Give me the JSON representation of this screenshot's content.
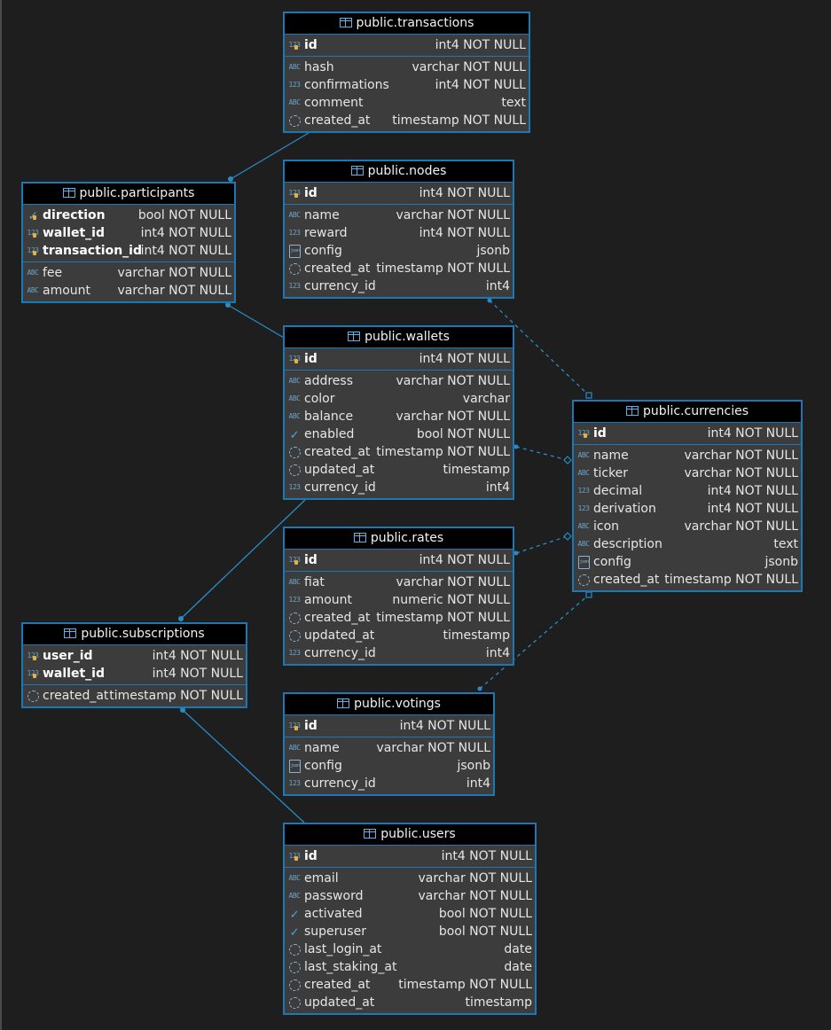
{
  "tables": {
    "transactions": {
      "title": "public.transactions",
      "sections": [
        [
          {
            "name": "id",
            "type": "int4 NOT NULL",
            "icon": "key-icon",
            "pk": true
          }
        ],
        [
          {
            "name": "hash",
            "type": "varchar NOT NULL",
            "icon": "abc-icon"
          },
          {
            "name": "confirmations",
            "type": "int4 NOT NULL",
            "icon": "number-icon"
          },
          {
            "name": "comment",
            "type": "text",
            "icon": "abc-icon"
          },
          {
            "name": "created_at",
            "type": "timestamp NOT NULL",
            "icon": "clock-icon"
          }
        ]
      ]
    },
    "participants": {
      "title": "public.participants",
      "sections": [
        [
          {
            "name": "direction",
            "type": "bool NOT NULL",
            "icon": "check-key-icon",
            "pk": true
          },
          {
            "name": "wallet_id",
            "type": "int4 NOT NULL",
            "icon": "key-icon",
            "pk": true
          },
          {
            "name": "transaction_id",
            "type": "int4 NOT NULL",
            "icon": "key-icon",
            "pk": true
          }
        ],
        [
          {
            "name": "fee",
            "type": "varchar NOT NULL",
            "icon": "abc-icon"
          },
          {
            "name": "amount",
            "type": "varchar NOT NULL",
            "icon": "abc-icon"
          }
        ]
      ]
    },
    "nodes": {
      "title": "public.nodes",
      "sections": [
        [
          {
            "name": "id",
            "type": "int4 NOT NULL",
            "icon": "key-icon",
            "pk": true
          }
        ],
        [
          {
            "name": "name",
            "type": "varchar NOT NULL",
            "icon": "abc-icon"
          },
          {
            "name": "reward",
            "type": "int4 NOT NULL",
            "icon": "number-icon"
          },
          {
            "name": "config",
            "type": "jsonb",
            "icon": "json-icon"
          },
          {
            "name": "created_at",
            "type": "timestamp NOT NULL",
            "icon": "clock-icon"
          },
          {
            "name": "currency_id",
            "type": "int4",
            "icon": "number-icon"
          }
        ]
      ]
    },
    "wallets": {
      "title": "public.wallets",
      "sections": [
        [
          {
            "name": "id",
            "type": "int4 NOT NULL",
            "icon": "key-icon",
            "pk": true
          }
        ],
        [
          {
            "name": "address",
            "type": "varchar NOT NULL",
            "icon": "abc-icon"
          },
          {
            "name": "color",
            "type": "varchar",
            "icon": "abc-icon"
          },
          {
            "name": "balance",
            "type": "varchar NOT NULL",
            "icon": "abc-icon"
          },
          {
            "name": "enabled",
            "type": "bool NOT NULL",
            "icon": "check-icon"
          },
          {
            "name": "created_at",
            "type": "timestamp NOT NULL",
            "icon": "clock-icon"
          },
          {
            "name": "updated_at",
            "type": "timestamp",
            "icon": "clock-icon"
          },
          {
            "name": "currency_id",
            "type": "int4",
            "icon": "number-icon"
          }
        ]
      ]
    },
    "currencies": {
      "title": "public.currencies",
      "sections": [
        [
          {
            "name": "id",
            "type": "int4 NOT NULL",
            "icon": "key-icon",
            "pk": true
          }
        ],
        [
          {
            "name": "name",
            "type": "varchar NOT NULL",
            "icon": "abc-icon"
          },
          {
            "name": "ticker",
            "type": "varchar NOT NULL",
            "icon": "abc-icon"
          },
          {
            "name": "decimal",
            "type": "int4 NOT NULL",
            "icon": "number-icon"
          },
          {
            "name": "derivation",
            "type": "int4 NOT NULL",
            "icon": "number-icon"
          },
          {
            "name": "icon",
            "type": "varchar NOT NULL",
            "icon": "abc-icon"
          },
          {
            "name": "description",
            "type": "text",
            "icon": "abc-icon"
          },
          {
            "name": "config",
            "type": "jsonb",
            "icon": "json-icon"
          },
          {
            "name": "created_at",
            "type": "timestamp NOT NULL",
            "icon": "clock-icon"
          }
        ]
      ]
    },
    "rates": {
      "title": "public.rates",
      "sections": [
        [
          {
            "name": "id",
            "type": "int4 NOT NULL",
            "icon": "key-icon",
            "pk": true
          }
        ],
        [
          {
            "name": "fiat",
            "type": "varchar NOT NULL",
            "icon": "abc-icon"
          },
          {
            "name": "amount",
            "type": "numeric NOT NULL",
            "icon": "number-icon"
          },
          {
            "name": "created_at",
            "type": "timestamp NOT NULL",
            "icon": "clock-icon"
          },
          {
            "name": "updated_at",
            "type": "timestamp",
            "icon": "clock-icon"
          },
          {
            "name": "currency_id",
            "type": "int4",
            "icon": "number-icon"
          }
        ]
      ]
    },
    "subscriptions": {
      "title": "public.subscriptions",
      "sections": [
        [
          {
            "name": "user_id",
            "type": "int4 NOT NULL",
            "icon": "key-icon",
            "pk": true
          },
          {
            "name": "wallet_id",
            "type": "int4 NOT NULL",
            "icon": "key-icon",
            "pk": true
          }
        ],
        [
          {
            "name": "created_at",
            "type": "timestamp NOT NULL",
            "icon": "clock-icon"
          }
        ]
      ]
    },
    "votings": {
      "title": "public.votings",
      "sections": [
        [
          {
            "name": "id",
            "type": "int4 NOT NULL",
            "icon": "key-icon",
            "pk": true
          }
        ],
        [
          {
            "name": "name",
            "type": "varchar NOT NULL",
            "icon": "abc-icon"
          },
          {
            "name": "config",
            "type": "jsonb",
            "icon": "json-icon"
          },
          {
            "name": "currency_id",
            "type": "int4",
            "icon": "number-icon"
          }
        ]
      ]
    },
    "users": {
      "title": "public.users",
      "sections": [
        [
          {
            "name": "id",
            "type": "int4 NOT NULL",
            "icon": "key-icon",
            "pk": true
          }
        ],
        [
          {
            "name": "email",
            "type": "varchar NOT NULL",
            "icon": "abc-icon"
          },
          {
            "name": "password",
            "type": "varchar NOT NULL",
            "icon": "abc-icon"
          },
          {
            "name": "activated",
            "type": "bool NOT NULL",
            "icon": "check-icon"
          },
          {
            "name": "superuser",
            "type": "bool NOT NULL",
            "icon": "check-icon"
          },
          {
            "name": "last_login_at",
            "type": "date",
            "icon": "clock-icon"
          },
          {
            "name": "last_staking_at",
            "type": "date",
            "icon": "clock-icon"
          },
          {
            "name": "created_at",
            "type": "timestamp NOT NULL",
            "icon": "clock-icon"
          },
          {
            "name": "updated_at",
            "type": "timestamp",
            "icon": "clock-icon"
          }
        ]
      ]
    }
  },
  "relations": [
    {
      "from": "participants",
      "to": "transactions",
      "style": "solid"
    },
    {
      "from": "participants",
      "to": "wallets",
      "style": "solid"
    },
    {
      "from": "subscriptions",
      "to": "wallets",
      "style": "solid"
    },
    {
      "from": "subscriptions",
      "to": "users",
      "style": "solid"
    },
    {
      "from": "nodes",
      "to": "currencies",
      "style": "dashed"
    },
    {
      "from": "wallets",
      "to": "currencies",
      "style": "dashed"
    },
    {
      "from": "rates",
      "to": "currencies",
      "style": "dashed"
    },
    {
      "from": "votings",
      "to": "currencies",
      "style": "dashed"
    }
  ],
  "colors": {
    "background": "#1e1e1e",
    "table": "#3c3c3c",
    "border": "#1c78b4",
    "header": "#000000",
    "line": "#2a8bc6"
  }
}
